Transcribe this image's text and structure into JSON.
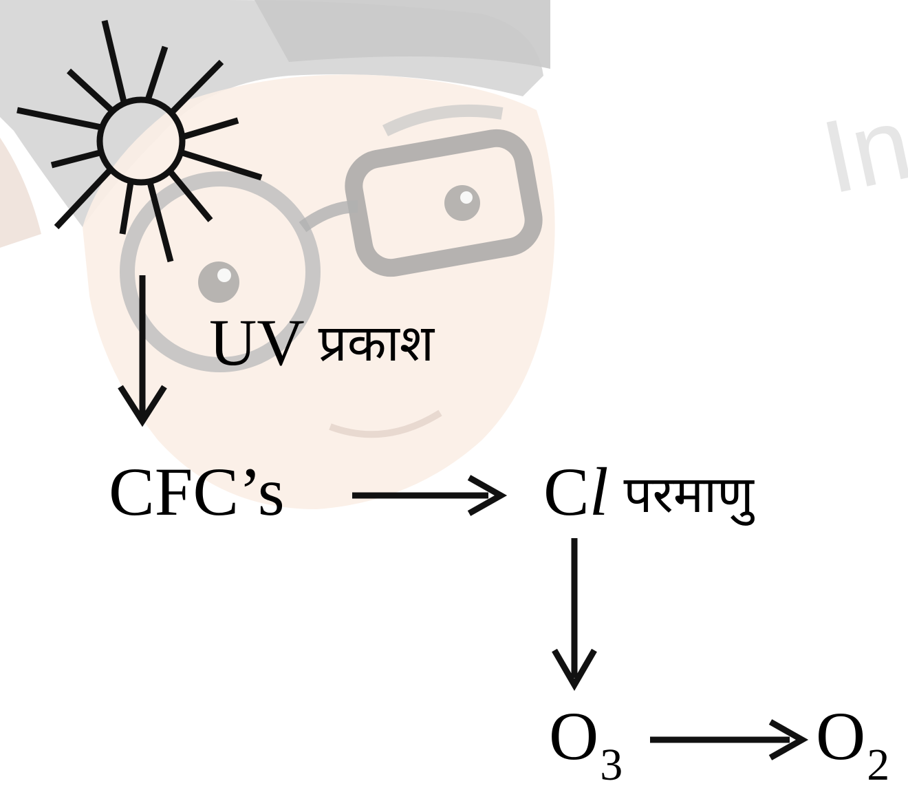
{
  "labels": {
    "uv_prefix": "UV",
    "uv_hindi": "प्रकाश",
    "cfc": "CFC’s",
    "cl_symbol": "C",
    "cl_italic": "l",
    "cl_hindi": "परमाणु",
    "o3_base": "O",
    "o3_sub": "3",
    "o2_base": "O",
    "o2_sub": "2"
  },
  "watermark_text": "In",
  "colors": {
    "ink": "#000000",
    "watermark_face": "#f4e6de",
    "watermark_hair": "#cfcfcf",
    "watermark_glasses": "#b8b8b8"
  }
}
